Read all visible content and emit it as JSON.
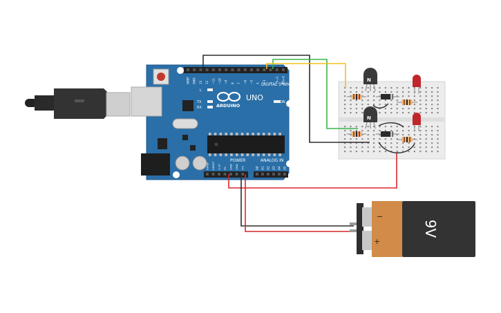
{
  "arduino": {
    "logo_text": "ARDUINO",
    "model": "UNO",
    "digital_label": "DIGITAL (PWM~)",
    "power_label": "POWER",
    "analog_label": "ANALOG IN",
    "on_label": "ON",
    "l_label": "L",
    "tx_label": "TX",
    "rx_label": "RX",
    "digital_pins": [
      "AREF",
      "GND",
      "13",
      "12",
      "~11",
      "~10",
      "~9",
      "8",
      "7",
      "~6",
      "~5",
      "4",
      "~3",
      "2",
      "TX→1",
      "RX←0"
    ],
    "power_pins": [
      "IOREF",
      "RESET",
      "3.3V",
      "5V",
      "GND",
      "GND",
      "Vin"
    ],
    "analog_pins": [
      "A0",
      "A1",
      "A2",
      "A3",
      "A4",
      "A5"
    ]
  },
  "battery": {
    "label": "9V",
    "minus": "−",
    "plus": "+"
  },
  "transistors": [
    {
      "label": "N"
    },
    {
      "label": "N"
    }
  ],
  "colors": {
    "board_blue": "#2a6fa8",
    "breadboard": "#ececec",
    "wire_red": "#d9262c",
    "wire_black": "#2b2b2b",
    "wire_green": "#39b54a",
    "wire_yellow": "#f4c21b",
    "battery_orange": "#d28b48",
    "battery_black": "#333333",
    "led_red": "#c0262c",
    "resistor": "#e9b77a"
  }
}
